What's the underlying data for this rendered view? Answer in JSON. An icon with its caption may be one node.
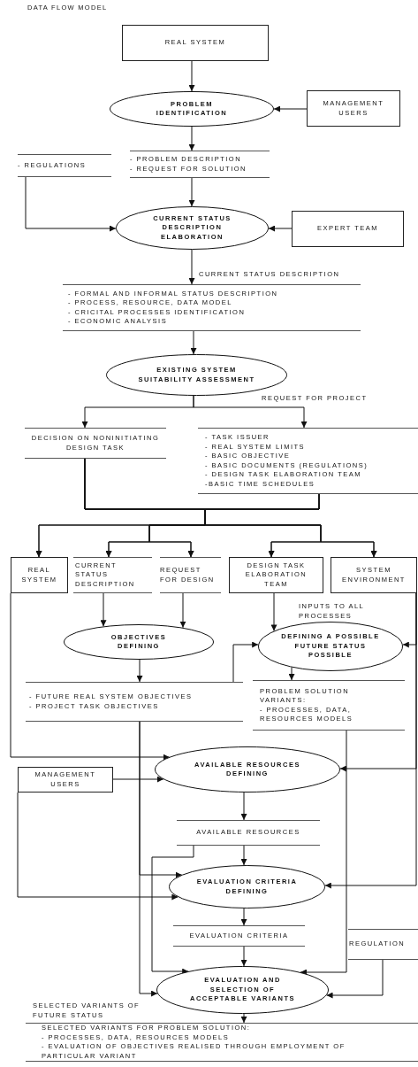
{
  "diagram": {
    "title": "DATA FLOW MODEL",
    "nodes": [
      {
        "text": [
          "REAL SYSTEM"
        ]
      },
      {
        "text": [
          "PROBLEM IDENTIFICATION"
        ]
      },
      {
        "text": [
          "MANAGEMENT USERS"
        ]
      },
      {
        "text": [
          "- PROBLEM DESCRIPTION",
          "- REQUEST FOR SOLUTION"
        ]
      },
      {
        "text": [
          "- REGULATIONS"
        ]
      },
      {
        "text": [
          "CURRENT STATUS DESCRIPTION ELABORATION"
        ]
      },
      {
        "text": [
          "EXPERT TEAM"
        ]
      },
      {
        "text": [
          "- FORMAL AND INFORMAL STATUS DESCRIPTION",
          "- PROCESS, RESOURCE, DATA MODEL",
          "- CRICITAL PROCESSES IDENTIFICATION",
          "- ECONOMIC ANALYSIS"
        ]
      },
      {
        "text": [
          "EXISTING SYSTEM SUITABILITY ASSESSMENT"
        ]
      },
      {
        "text": [
          "DECISION ON NONINITIATING DESIGN TASK"
        ]
      },
      {
        "text": [
          "- TASK ISSUER",
          "- REAL SYSTEM LIMITS",
          "- BASIC OBJECTIVE",
          "- BASIC DOCUMENTS (REGULATIONS)",
          "- DESIGN TASK ELABORATION TEAM",
          "-BASIC TIME SCHEDULES"
        ]
      },
      {
        "text": [
          "REAL SYSTEM"
        ]
      },
      {
        "text": [
          "CURRENT STATUS DESCRIPTION"
        ]
      },
      {
        "text": [
          "REQUEST FOR DESIGN"
        ]
      },
      {
        "text": [
          "DESIGN TASK ELABORATION TEAM"
        ]
      },
      {
        "text": [
          "SYSTEM ENVIRONMENT"
        ]
      },
      {
        "text": [
          "OBJECTIVES DEFINING"
        ]
      },
      {
        "text": [
          "DEFINING A POSSIBLE FUTURE STATUS POSSIBLE"
        ]
      },
      {
        "text": [
          "- FUTURE REAL SYSTEM OBJECTIVES",
          "- PROJECT TASK OBJECTIVES"
        ]
      },
      {
        "text": [
          "PROBLEM SOLUTION VARIANTS:",
          "- PROCESSES, DATA, RESOURCES MODELS"
        ]
      },
      {
        "text": [
          "AVAILABLE RESOURCES DEFINING"
        ]
      },
      {
        "text": [
          "MANAGEMENT USERS"
        ]
      },
      {
        "text": [
          "AVAILABLE RESOURCES"
        ]
      },
      {
        "text": [
          "EVALUATION CRITERIA DEFINING"
        ]
      },
      {
        "text": [
          "EVALUATION CRITERIA"
        ]
      },
      {
        "text": [
          "REGULATION"
        ]
      },
      {
        "text": [
          "EVALUATION AND SELECTION OF ACCEPTABLE VARIANTS"
        ]
      },
      {
        "text": [
          "SELECTED VARIANTS FOR PROBLEM SOLUTION:",
          "- PROCESSES, DATA, RESOURCES MODELS",
          "- EVALUATION OF OBJECTIVES REALISED THROUGH EMPLOYMENT OF PARTICULAR VARIANT"
        ]
      }
    ],
    "edges": [
      {
        "from": 0,
        "to": 1,
        "arrow": "to"
      },
      {
        "from": 2,
        "to": 1,
        "arrow": "to"
      },
      {
        "from": 1,
        "to": 3,
        "arrow": "to"
      },
      {
        "from": 4,
        "to": 5,
        "arrow": "to"
      },
      {
        "from": 3,
        "to": 5,
        "arrow": "to"
      },
      {
        "from": 6,
        "to": 5,
        "arrow": "to"
      },
      {
        "from": 5,
        "to": 7,
        "arrow": "to",
        "label": "CURRENT STATUS DESCRIPTION"
      },
      {
        "from": 7,
        "to": 8,
        "arrow": "to"
      },
      {
        "from": 8,
        "to": 9,
        "arrow": "to"
      },
      {
        "from": 8,
        "to": 10,
        "arrow": "to",
        "label": "REQUEST FOR PROJECT"
      },
      {
        "from": 9,
        "to": 11,
        "arrow": "to"
      },
      {
        "from": 9,
        "to": 12,
        "arrow": "to"
      },
      {
        "from": 9,
        "to": 13,
        "arrow": "to"
      },
      {
        "from": 9,
        "to": 14,
        "arrow": "to"
      },
      {
        "from": 9,
        "to": 15,
        "arrow": "to"
      },
      {
        "from": 10,
        "to": 11,
        "arrow": "to"
      },
      {
        "from": 10,
        "to": 12,
        "arrow": "to"
      },
      {
        "from": 10,
        "to": 13,
        "arrow": "to"
      },
      {
        "from": 10,
        "to": 14,
        "arrow": "to"
      },
      {
        "from": 10,
        "to": 15,
        "arrow": "to"
      },
      {
        "from": 12,
        "to": 16,
        "arrow": "to"
      },
      {
        "from": 13,
        "to": 16,
        "arrow": "to"
      },
      {
        "from": 14,
        "to": 17,
        "arrow": "to"
      },
      {
        "from": 15,
        "to": 17,
        "arrow": "to"
      },
      {
        "from": 16,
        "to": 18,
        "arrow": "to"
      },
      {
        "from": 18,
        "to": 17,
        "arrow": "to"
      },
      {
        "from": 17,
        "to": 19,
        "arrow": "to"
      },
      {
        "from": 11,
        "to": 20,
        "arrow": "to"
      },
      {
        "from": 21,
        "to": 20,
        "arrow": "to"
      },
      {
        "from": 15,
        "to": 20,
        "arrow": "to"
      },
      {
        "from": 20,
        "to": 22,
        "arrow": "to"
      },
      {
        "from": 22,
        "to": 23,
        "arrow": "to"
      },
      {
        "from": 18,
        "to": 23,
        "arrow": "to"
      },
      {
        "from": 21,
        "to": 23,
        "arrow": "to"
      },
      {
        "from": 15,
        "to": 23,
        "arrow": "to"
      },
      {
        "from": 23,
        "to": 24,
        "arrow": "to"
      },
      {
        "from": 24,
        "to": 26,
        "arrow": "to"
      },
      {
        "from": 22,
        "to": 26,
        "arrow": "to"
      },
      {
        "from": 18,
        "to": 26,
        "arrow": "to"
      },
      {
        "from": 19,
        "to": 26,
        "arrow": "to"
      },
      {
        "from": 25,
        "to": 26,
        "arrow": "to"
      },
      {
        "from": 26,
        "to": 27,
        "arrow": "to"
      }
    ],
    "labels": [
      "INPUTS TO ALL PROCESSES",
      "SELECTED VARIANTS OF FUTURE STATUS"
    ]
  }
}
